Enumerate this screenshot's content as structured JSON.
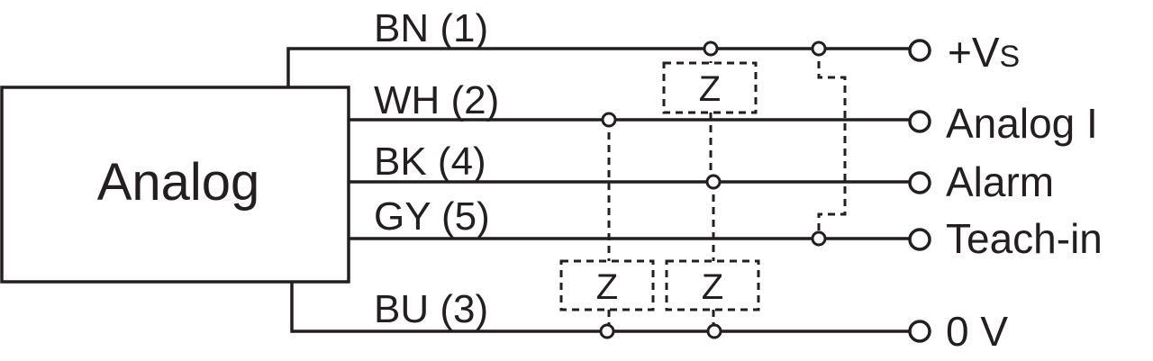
{
  "sensor": {
    "label": "Analog"
  },
  "wires": {
    "bn": {
      "label": "BN (1)"
    },
    "wh": {
      "label": "WH (2)"
    },
    "bk": {
      "label": "BK (4)"
    },
    "gy": {
      "label": "GY (5)"
    },
    "bu": {
      "label": "BU (3)"
    }
  },
  "terminals": {
    "vs": {
      "main": "+V",
      "sub": "S"
    },
    "analog": {
      "label": "Analog I"
    },
    "alarm": {
      "label": "Alarm"
    },
    "teach": {
      "label": "Teach-in"
    },
    "zero": {
      "label": "0 V"
    }
  },
  "loads": {
    "upper": {
      "label": "Z"
    },
    "lower_left": {
      "label": "Z"
    },
    "lower_right": {
      "label": "Z"
    }
  }
}
